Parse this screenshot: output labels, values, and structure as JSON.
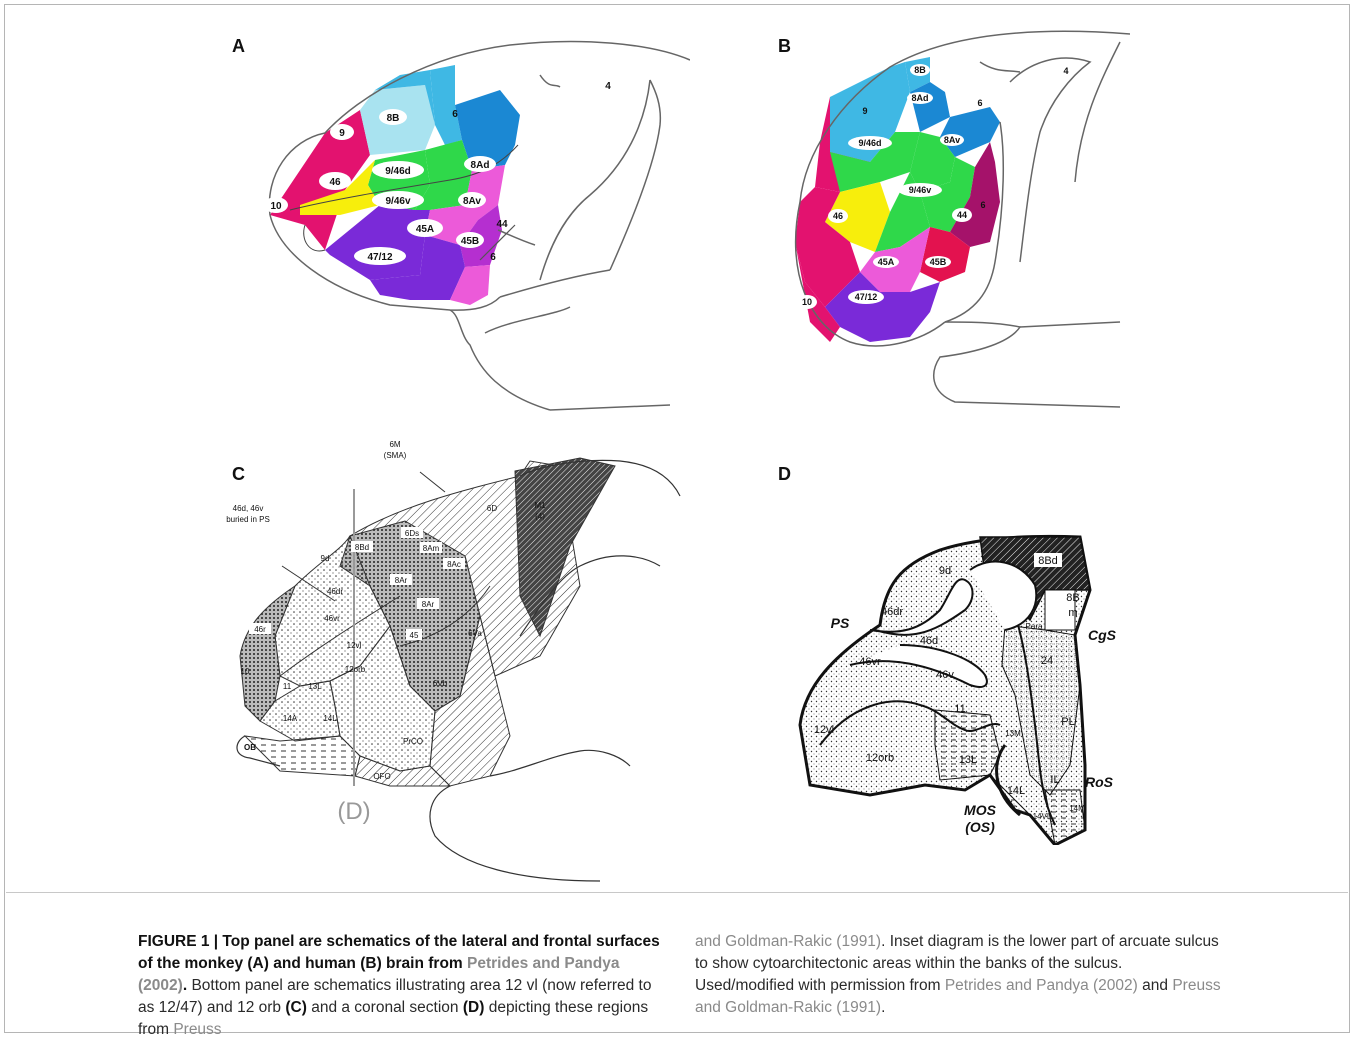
{
  "panels": {
    "a": {
      "letter": "A",
      "areas": [
        "8B",
        "6",
        "4",
        "9",
        "8Ad",
        "46",
        "9/46d",
        "10",
        "9/46v",
        "8Av",
        "45A",
        "44",
        "45B",
        "47/12",
        "6"
      ]
    },
    "b": {
      "letter": "B",
      "areas": [
        "8B",
        "4",
        "8Ad",
        "9",
        "6",
        "9/46d",
        "8Av",
        "9/46v",
        "46",
        "44",
        "6",
        "45A",
        "45B",
        "10",
        "47/12"
      ]
    },
    "c": {
      "letter": "C",
      "areas": [
        "6M",
        "(SMA)",
        "M1",
        "(4)",
        "6D",
        "6Ds",
        "8Bd",
        "8Am",
        "8Ac",
        "9d",
        "8Ar",
        "46dr",
        "8Ar",
        "46vr",
        "46r",
        "12vl",
        "45",
        "6Va",
        "10",
        "12orb",
        "11",
        "13L",
        "6Vb",
        "14A",
        "14L",
        "PrCO",
        "OB",
        "OFO",
        "(D)"
      ],
      "annotation": [
        "46d, 46v",
        "buried in PS"
      ]
    },
    "d": {
      "letter": "D",
      "areas": [
        "9d",
        "8Bd",
        "8B",
        "m",
        "46dr",
        "Para",
        "46d",
        "24",
        "46vr",
        "46v",
        "PL",
        "12vl",
        "11",
        "13M",
        "12orb",
        "13L",
        "IL",
        "14L",
        "14M",
        "14VL"
      ],
      "sulci": [
        "PS",
        "CgS",
        "RoS",
        "MOS",
        "(OS)"
      ]
    }
  },
  "caption": {
    "left_bold_1": "FIGURE 1 | Top panel are schematics of the lateral and frontal surfaces of the monkey ",
    "left_bold_a": "(A)",
    "left_bold_2": " and human ",
    "left_bold_b": "(B)",
    "left_bold_3": " brain from ",
    "left_bold_ref": "Petrides and Pandya (2002)",
    "left_bold_4": ".",
    "left_1": "Bottom panel are schematics illustrating area 12 vl (now referred to as 12/47) and 12 orb ",
    "left_c": "(C)",
    "left_2": " and a coronal section ",
    "left_d": "(D)",
    "left_3": " depicting these regions from ",
    "left_ref": "Preuss",
    "right_ref1": "and Goldman-Rakic (1991)",
    "right_1": ". Inset diagram is the lower part of arcuate sulcus to show cytoarchitectonic areas within the banks of the sulcus. Used/modified with permission from ",
    "right_ref2": "Petrides and Pandya (2002)",
    "right_2": " and ",
    "right_ref3": "Preuss and Goldman-Rakic (1991)",
    "right_3": "."
  },
  "colors": {
    "magenta": "#e3126f",
    "lightcyan": "#a9e3f0",
    "cyan": "#3fb8e4",
    "blue": "#1b88d3",
    "yellow": "#f7ee0c",
    "green": "#2fd84a",
    "purple": "#7a2ad8",
    "pink": "#ec5ad9",
    "violet": "#b52fd0",
    "red": "#e3124f",
    "maroon": "#a5126a"
  }
}
